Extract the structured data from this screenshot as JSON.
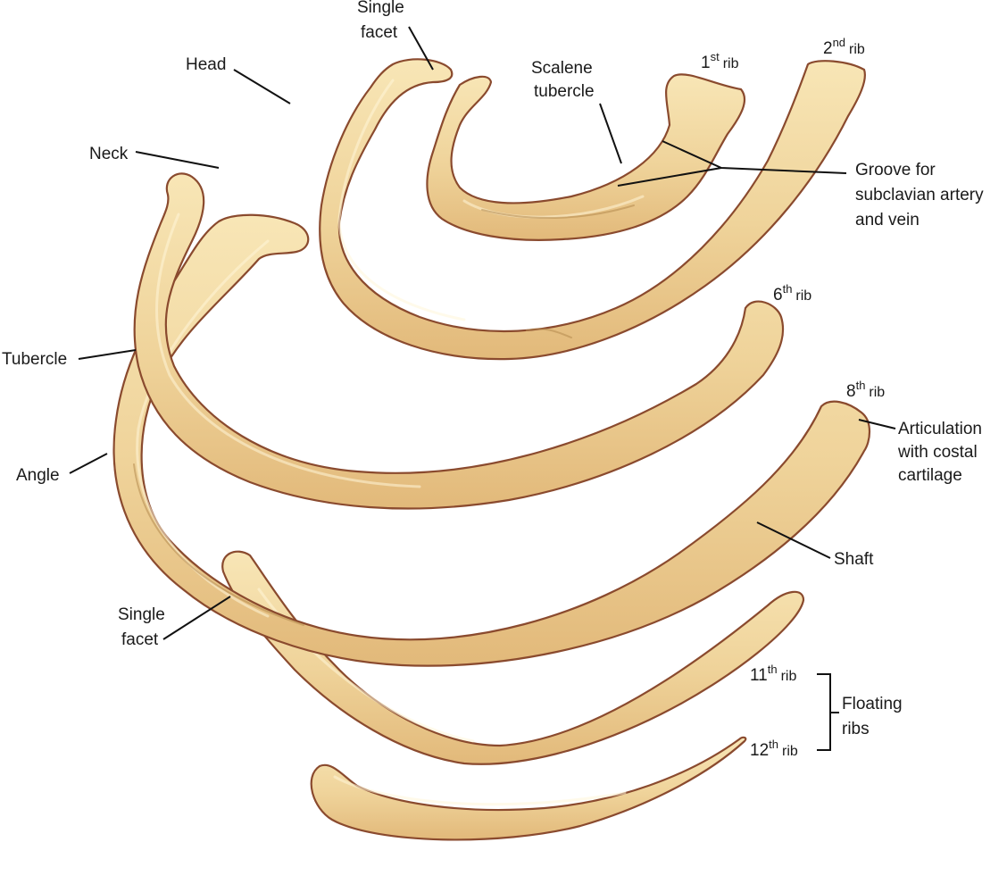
{
  "labels": {
    "single_facet_top": [
      "Single",
      "facet"
    ],
    "head": "Head",
    "neck": "Neck",
    "scalene_tubercle": [
      "Scalene",
      "tubercle"
    ],
    "rib_1": {
      "num": "1",
      "sup": "st",
      "word": "rib"
    },
    "rib_2": {
      "num": "2",
      "sup": "nd",
      "word": "rib"
    },
    "groove": [
      "Groove for",
      "subclavian artery",
      "and vein"
    ],
    "rib_6": {
      "num": "6",
      "sup": "th",
      "word": "rib"
    },
    "tubercle": "Tubercle",
    "rib_8": {
      "num": "8",
      "sup": "th",
      "word": "rib"
    },
    "articulation": [
      "Articulation",
      "with costal",
      "cartilage"
    ],
    "angle": "Angle",
    "shaft": "Shaft",
    "single_facet_bottom": [
      "Single",
      "facet"
    ],
    "rib_11": {
      "num": "11",
      "sup": "th",
      "word": "rib"
    },
    "floating_ribs": [
      "Floating",
      "ribs"
    ],
    "rib_12": {
      "num": "12",
      "sup": "th",
      "word": "rib"
    }
  },
  "colors": {
    "bone_light": "#f6e2ae",
    "bone_mid": "#ecc98a",
    "bone_outline": "#8a4a2e",
    "text": "#1a1a1a"
  }
}
